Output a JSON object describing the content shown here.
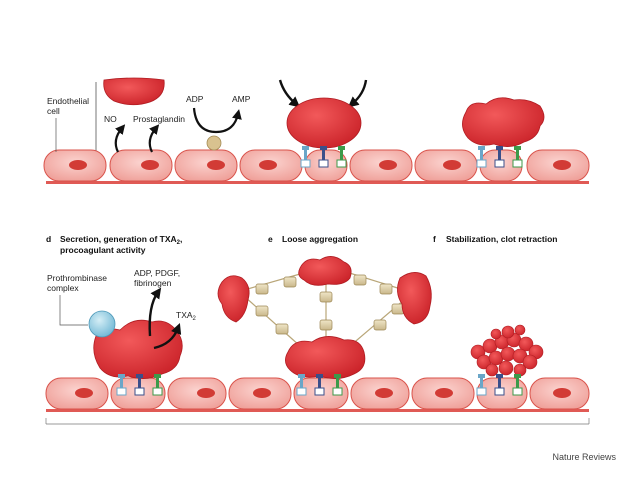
{
  "labels": {
    "endothelial_1": "Endothelial",
    "endothelial_2": "cell",
    "no": "NO",
    "prostaglandin": "Prostaglandin",
    "adp": "ADP",
    "amp": "AMP",
    "prothrombinase_1": "Prothrombinase",
    "prothrombinase_2": "complex",
    "adp_pdgf_1": "ADP, PDGF,",
    "adp_pdgf_2": "fibrinogen",
    "txa": "TXA",
    "txa_sub": "2"
  },
  "panels": {
    "d": {
      "letter": "d",
      "title_1": "Secretion, generation of TXA",
      "title_sub": "2",
      "title_end": ",",
      "title_2": "procoagulant activity"
    },
    "e": {
      "letter": "e",
      "title": "Loose aggregation"
    },
    "f": {
      "letter": "f",
      "title": "Stabilization, clot retraction"
    }
  },
  "credit": "Nature Reviews",
  "colors": {
    "cell_fill": "#f4b3ad",
    "cell_stroke": "#d9534b",
    "nucleus": "#d23b35",
    "platelet": "#e0383b",
    "line": "#e05a55",
    "receptor_blue": "#6aa6c8",
    "receptor_navy": "#3b4f8a",
    "receptor_green": "#3c9a4a",
    "fibrinogen": "#d9c9a3",
    "prothrombinase": "#8fcbe0"
  }
}
